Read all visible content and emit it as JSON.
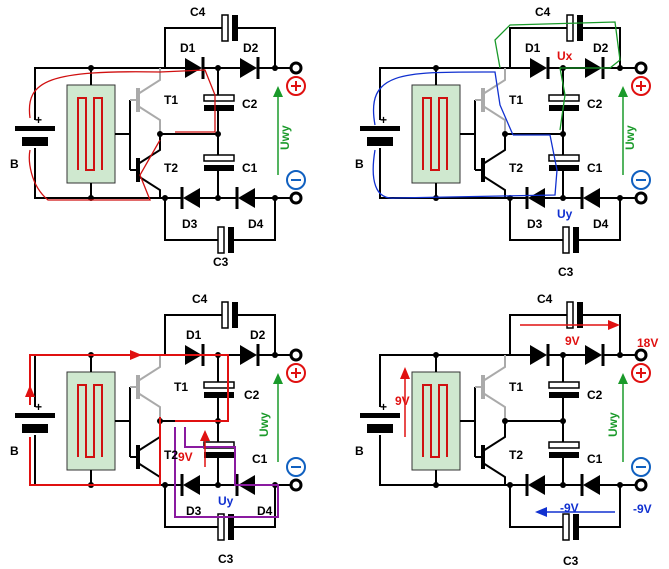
{
  "panels": [
    {
      "id": "p1",
      "labels": {
        "battery": "B",
        "t1": "T1",
        "t2": "T2",
        "d1": "D1",
        "d2": "D2",
        "d3": "D3",
        "d4": "D4",
        "c1": "C1",
        "c2": "C2",
        "c3": "C3",
        "c4": "C4",
        "uwy": "Uwy",
        "plus": "+",
        "minus": "−"
      }
    },
    {
      "id": "p2",
      "labels": {
        "battery": "B",
        "t1": "T1",
        "t2": "T2",
        "d1": "D1",
        "d2": "D2",
        "d3": "D3",
        "d4": "D4",
        "c1": "C1",
        "c2": "C2",
        "c3": "C3",
        "c4": "C4",
        "uwy": "Uwy",
        "ux": "Ux",
        "uy": "Uy",
        "plus": "+",
        "minus": "−"
      }
    },
    {
      "id": "p3",
      "labels": {
        "battery": "B",
        "t1": "T1",
        "t2": "T2",
        "d1": "D1",
        "d2": "D2",
        "d3": "D3",
        "d4": "D4",
        "c1": "C1",
        "c2": "C2",
        "c3": "C3",
        "c4": "C4",
        "uwy": "Uwy",
        "uy": "Uy",
        "v9": "9V",
        "plus": "+",
        "minus": "−"
      }
    },
    {
      "id": "p4",
      "labels": {
        "battery": "B",
        "t1": "T1",
        "t2": "T2",
        "c1": "C1",
        "c2": "C2",
        "c3": "C3",
        "c4": "C4",
        "uwy": "Uwy",
        "vb": "9V",
        "vtop": "9V",
        "vbot": "-9V",
        "out_pos": "18V",
        "out_neg": "-9V",
        "plus": "+",
        "minus": "−"
      }
    }
  ],
  "colors": {
    "wire": "#000000",
    "red_path": "#e01010",
    "blue_path": "#1030d0",
    "green_path": "#1a9a2a",
    "purple_path": "#8a1aa0",
    "osc_fill": "#cfe8cf",
    "pos_terminal": "#e01010",
    "neg_terminal": "#1060c0"
  }
}
